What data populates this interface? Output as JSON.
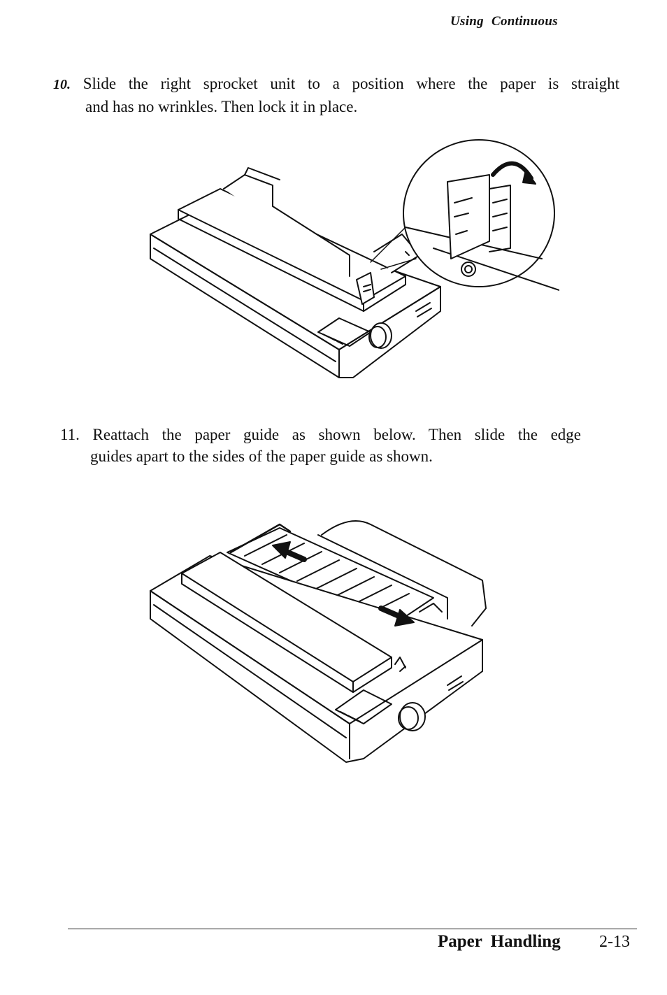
{
  "header": {
    "running_head": "Using Continuous"
  },
  "steps": [
    {
      "number": "10.",
      "line1": "Slide the right sprocket unit to a position where the paper is straight",
      "line2": "and has no wrinkles. Then lock it in place."
    },
    {
      "number": "11.",
      "line1": "Reattach the paper guide as shown below. Then slide the edge",
      "line2": "guides apart to the sides of the paper guide as shown."
    }
  ],
  "figures": [
    {
      "subject": "printer with right sprocket unit and lock lever detail",
      "icon": "printer-sprocket-illustration"
    },
    {
      "subject": "printer with paper guide and edge guides moved apart",
      "icon": "printer-paper-guide-illustration"
    }
  ],
  "footer": {
    "section_title": "Paper Handling",
    "page_number": "2-13"
  }
}
